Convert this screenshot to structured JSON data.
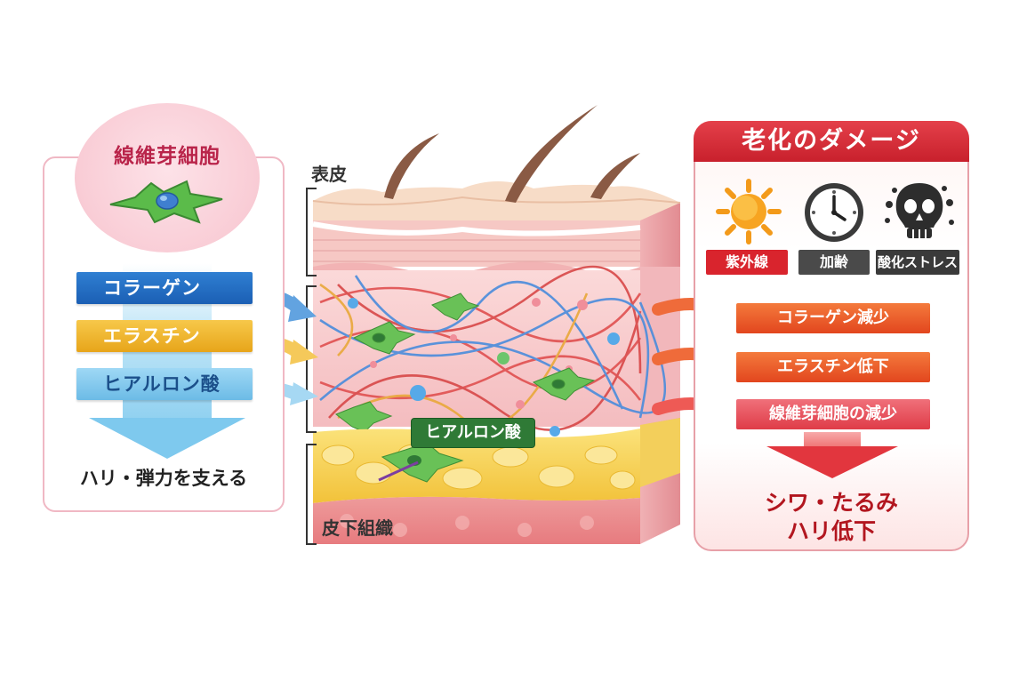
{
  "left_panel": {
    "title": "線維芽細胞",
    "components": [
      {
        "label": "コラーゲン",
        "color": "#1f63b8"
      },
      {
        "label": "エラスチン",
        "color": "#eaa81d"
      },
      {
        "label": "ヒアルロン酸",
        "color": "#7ec4ea"
      }
    ],
    "bottom_text": "ハリ・弾力を支える"
  },
  "skin": {
    "epidermis_label": "表皮",
    "subcutis_label": "皮下組織",
    "hyaluronic_tag": "ヒアルロン酸"
  },
  "right_panel": {
    "header": "老化のダメージ",
    "causes": [
      {
        "label": "紫外線",
        "icon": "sun-icon"
      },
      {
        "label": "加齢",
        "icon": "clock-icon"
      },
      {
        "label": "酸化ストレス",
        "icon": "skull-icon"
      }
    ],
    "effects": [
      "コラーゲン減少",
      "エラスチン低下",
      "線維芽細胞の減少"
    ],
    "result_line1": "シワ・たるみ",
    "result_line2": "ハリ低下"
  },
  "colors": {
    "accent_red": "#d9242d",
    "effect_orange": "#e85a24",
    "fibroblast_green": "#5bbb4a"
  }
}
